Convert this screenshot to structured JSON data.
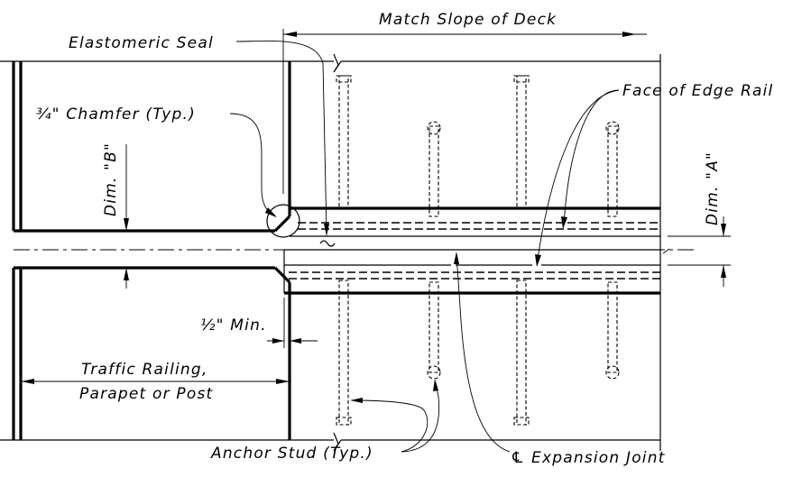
{
  "labels": {
    "match_slope": "Match Slope of Deck",
    "elastomeric_seal": "Elastomeric Seal",
    "face_of_edge_rail": "Face of Edge Rail",
    "chamfer": "¾\" Chamfer (Typ.)",
    "dim_b": "Dim. \"B\"",
    "dim_a": "Dim. \"A\"",
    "half_min": "½\" Min.",
    "traffic_railing_1": "Traffic Railing,",
    "traffic_railing_2": "Parapet or Post",
    "anchor_stud": "Anchor Stud (Typ.)",
    "expansion_joint": "℄ Expansion Joint"
  }
}
